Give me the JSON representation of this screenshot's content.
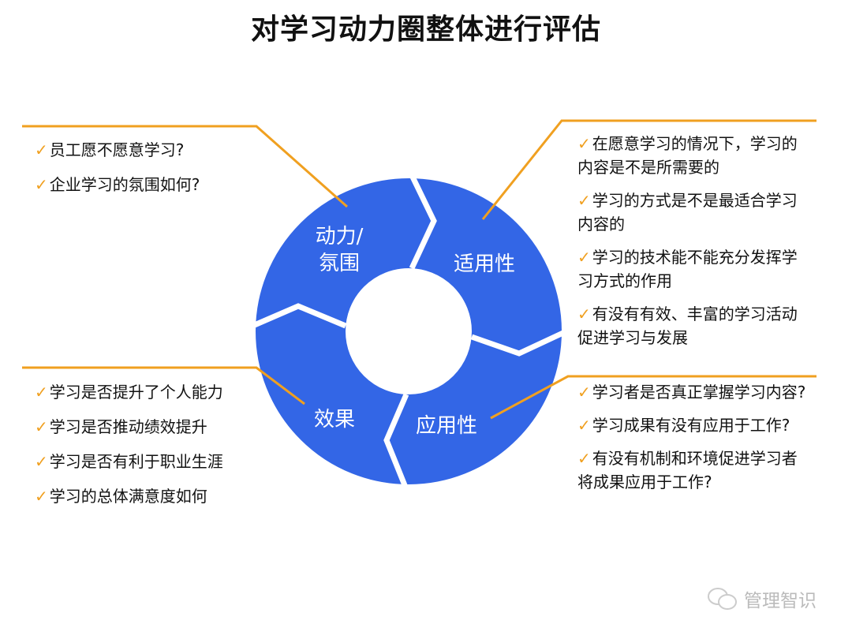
{
  "title": "对学习动力圈整体进行评估",
  "colors": {
    "ring": "#3366e6",
    "accent": "#f0a020"
  },
  "check_icon": "✓",
  "segments": {
    "motivation": "动力/氛围",
    "motivation_line1": "动力/",
    "motivation_line2": "氛围",
    "applicability": "适用性",
    "application": "应用性",
    "effect": "效果"
  },
  "blocks": {
    "top_left": [
      "员工愿不愿意学习?",
      "企业学习的氛围如何?"
    ],
    "top_right": [
      "在愿意学习的情况下，学习的内容是不是所需要的",
      "学习的方式是不是最适合学习内容的",
      "学习的技术能不能充分发挥学习方式的作用",
      "有没有有效、丰富的学习活动促进学习与发展"
    ],
    "bottom_left": [
      "学习是否提升了个人能力",
      "学习是否推动绩效提升",
      "学习是否有利于职业生涯",
      "学习的总体满意度如何"
    ],
    "bottom_right": [
      "学习者是否真正掌握学习内容?",
      "学习成果有没有应用于工作?",
      "有没有机制和环境促进学习者将成果应用于工作?"
    ]
  },
  "watermark": "管理智识"
}
